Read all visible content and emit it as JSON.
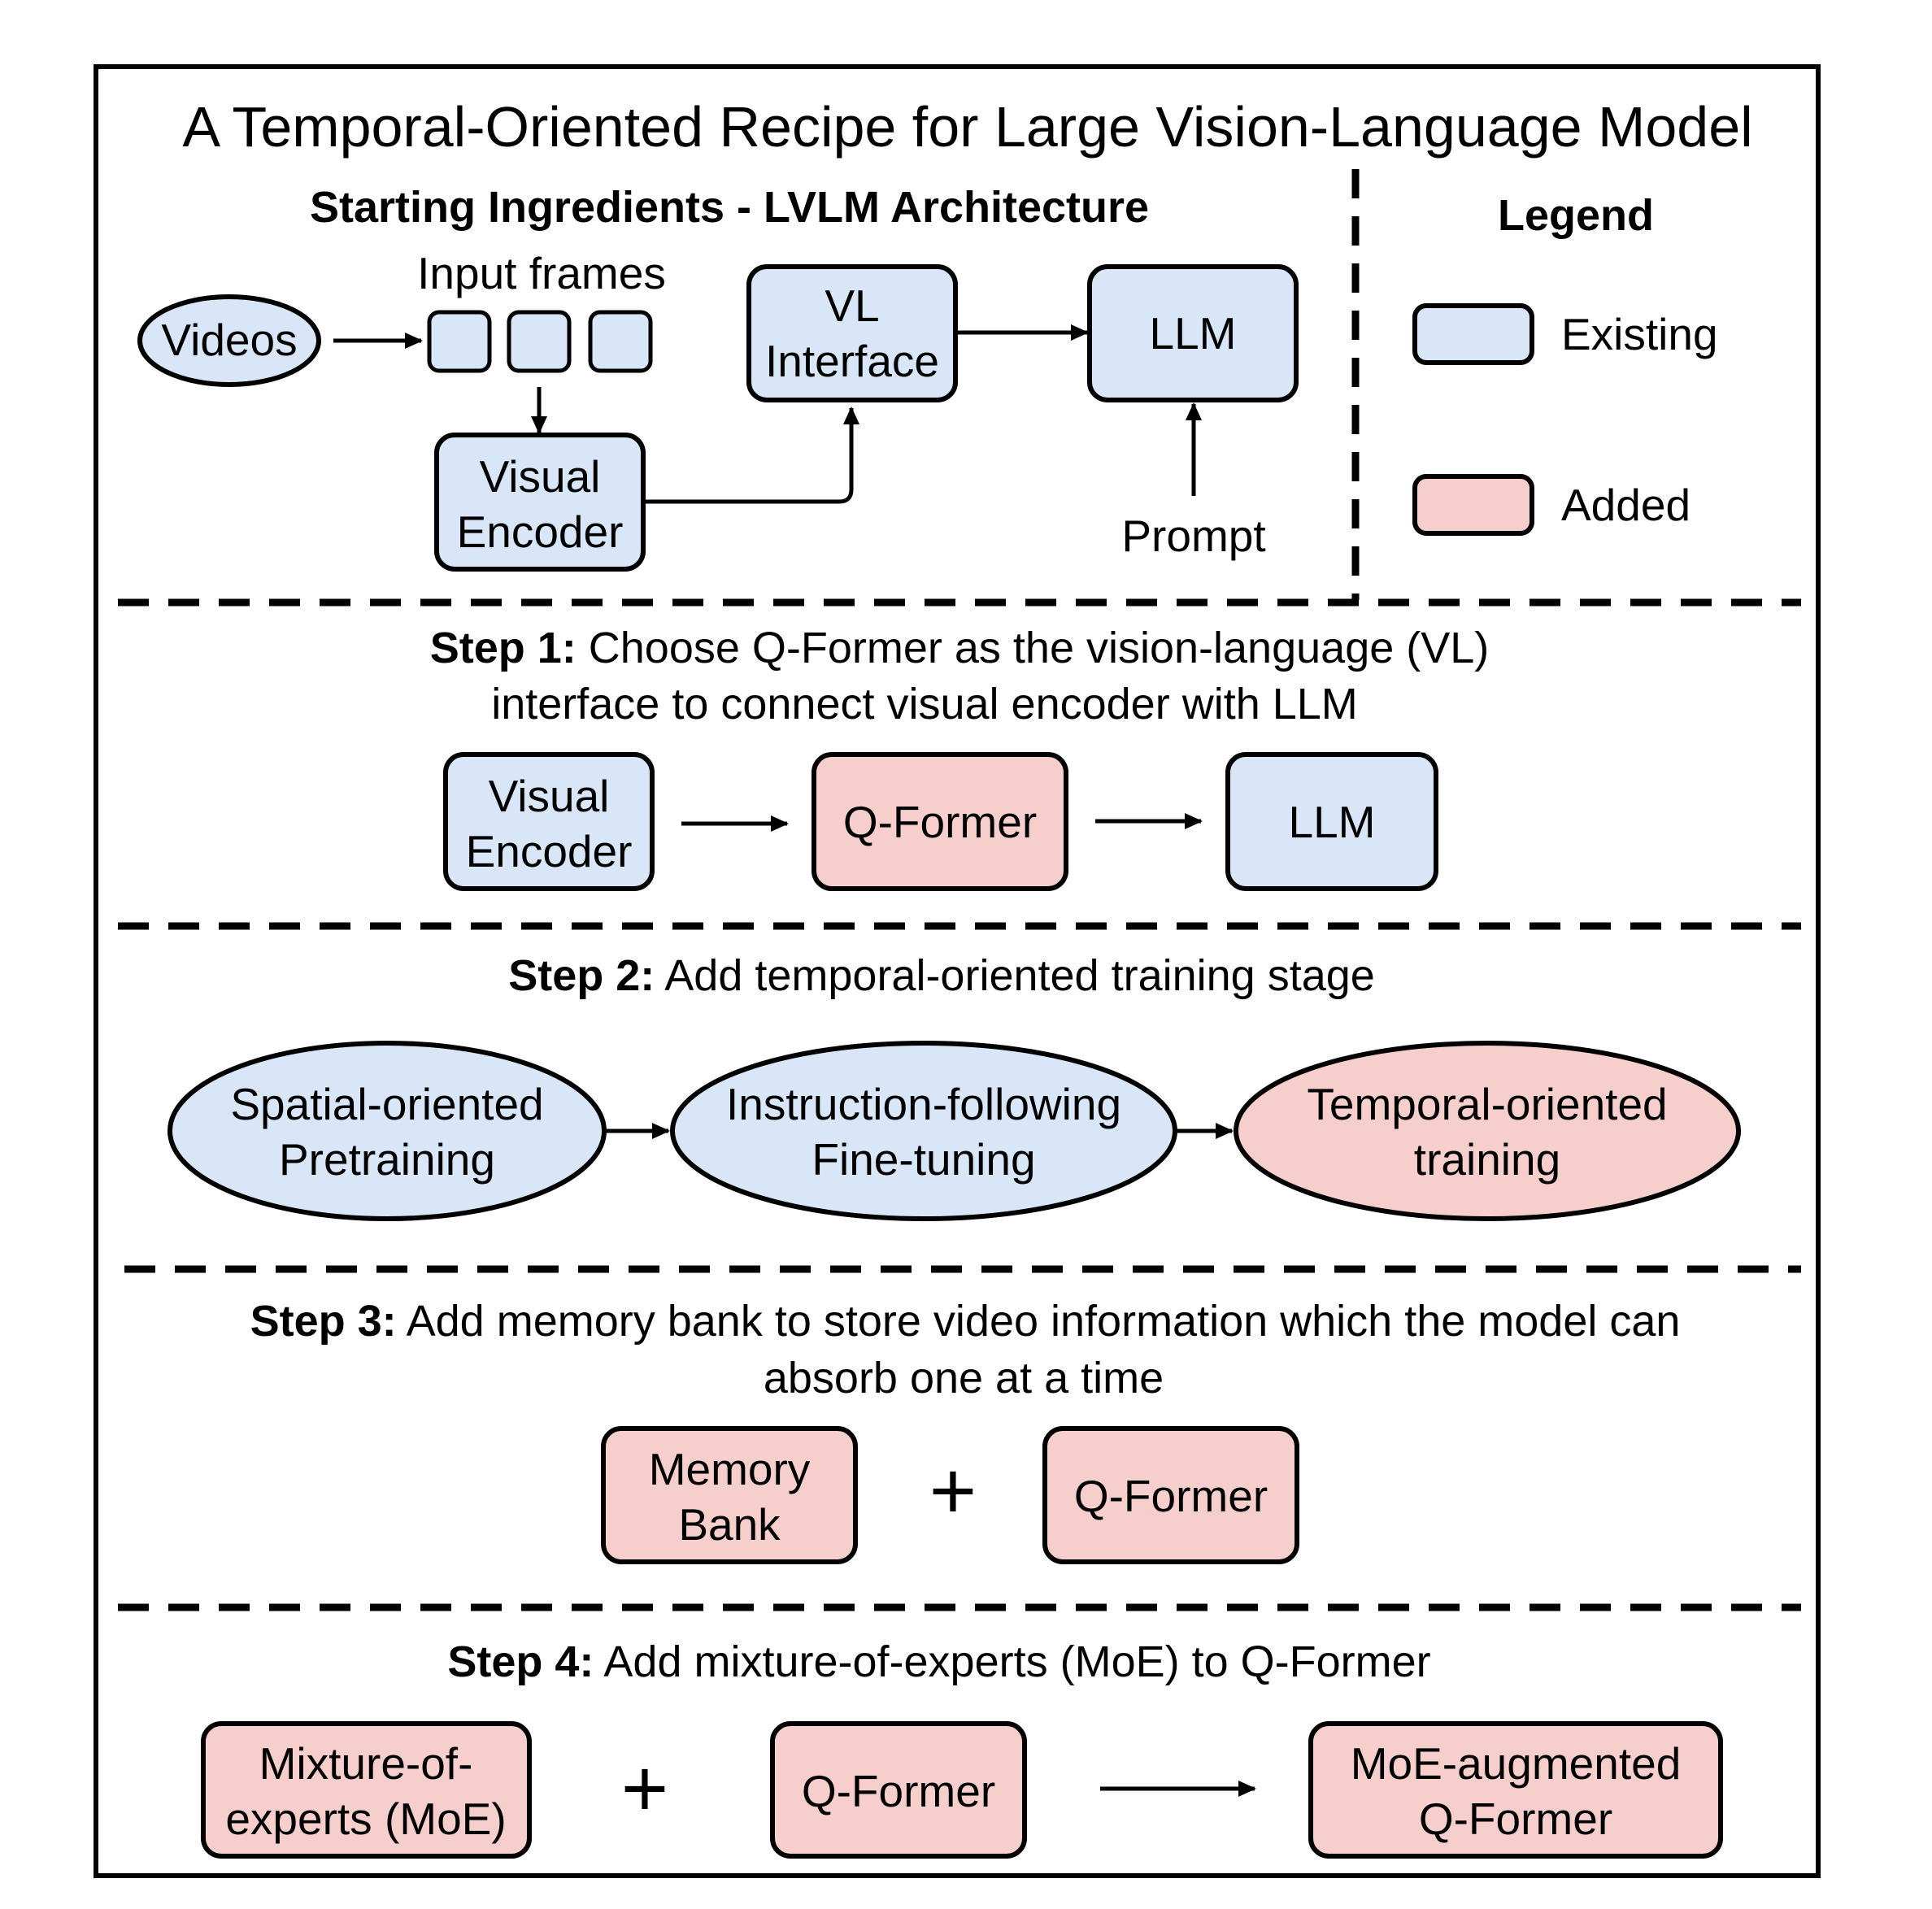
{
  "title": "A Temporal-Oriented Recipe for Large Vision-Language Model",
  "colors": {
    "existing": "#d9e6f7",
    "added": "#f6cfcd",
    "stroke": "#000000"
  },
  "architecture": {
    "heading": "Starting Ingredients - LVLM Architecture",
    "videos": "Videos",
    "input_frames": "Input frames",
    "vl_interface": [
      "VL",
      "Interface"
    ],
    "llm": "LLM",
    "visual_encoder": [
      "Visual",
      "Encoder"
    ],
    "prompt": "Prompt"
  },
  "legend": {
    "heading": "Legend",
    "existing": "Existing",
    "added": "Added"
  },
  "step1": {
    "label": "Step 1:",
    "text1": " Choose Q-Former as the vision-language (VL)",
    "text2": "interface to connect visual encoder with LLM",
    "visual_encoder": [
      "Visual",
      "Encoder"
    ],
    "qformer": "Q-Former",
    "llm": "LLM"
  },
  "step2": {
    "label": "Step 2:",
    "text": " Add temporal-oriented training stage",
    "spatial": [
      "Spatial-oriented",
      "Pretraining"
    ],
    "instruction": [
      "Instruction-following",
      "Fine-tuning"
    ],
    "temporal": [
      "Temporal-oriented",
      "training"
    ]
  },
  "step3": {
    "label": "Step 3:",
    "text1": " Add memory bank to store video information which the model can",
    "text2": "absorb one at a time",
    "memory": [
      "Memory",
      "Bank"
    ],
    "plus": "+",
    "qformer": "Q-Former"
  },
  "step4": {
    "label": "Step 4:",
    "text": " Add mixture-of-experts (MoE) to Q-Former",
    "moe": [
      "Mixture-of-",
      "experts (MoE)"
    ],
    "plus": "+",
    "qformer": "Q-Former",
    "augmented": [
      "MoE-augmented",
      "Q-Former"
    ]
  }
}
